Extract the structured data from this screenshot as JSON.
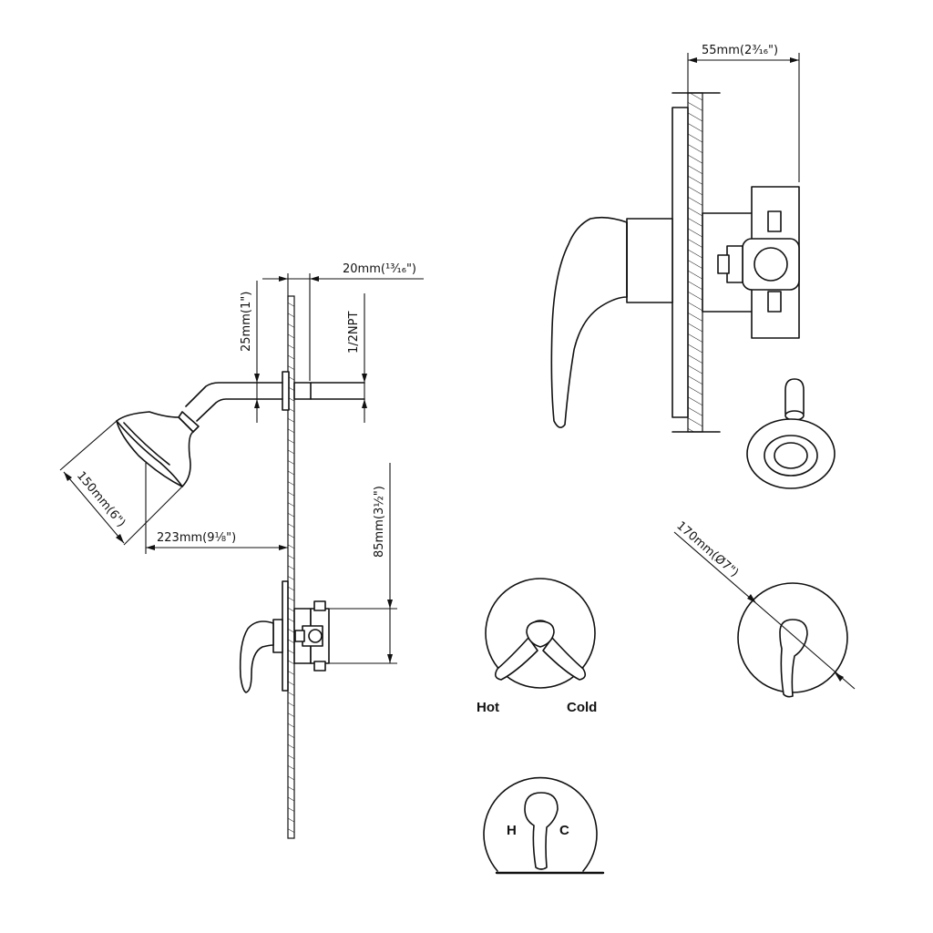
{
  "dimensions": {
    "valve_depth": "55mm(2³⁄₁₆\")",
    "wall_offset": "20mm(¹³⁄₁₆\")",
    "arm_rise": "25mm(1\")",
    "thread": "1/2NPT",
    "head_diameter": "150mm(6\")",
    "arm_reach": "223mm(9⅛\")",
    "valve_height": "85mm(3½\")",
    "plate_diameter": "170mm(Ø7\")"
  },
  "labels": {
    "hot": "Hot",
    "cold": "Cold",
    "h": "H",
    "c": "C"
  }
}
